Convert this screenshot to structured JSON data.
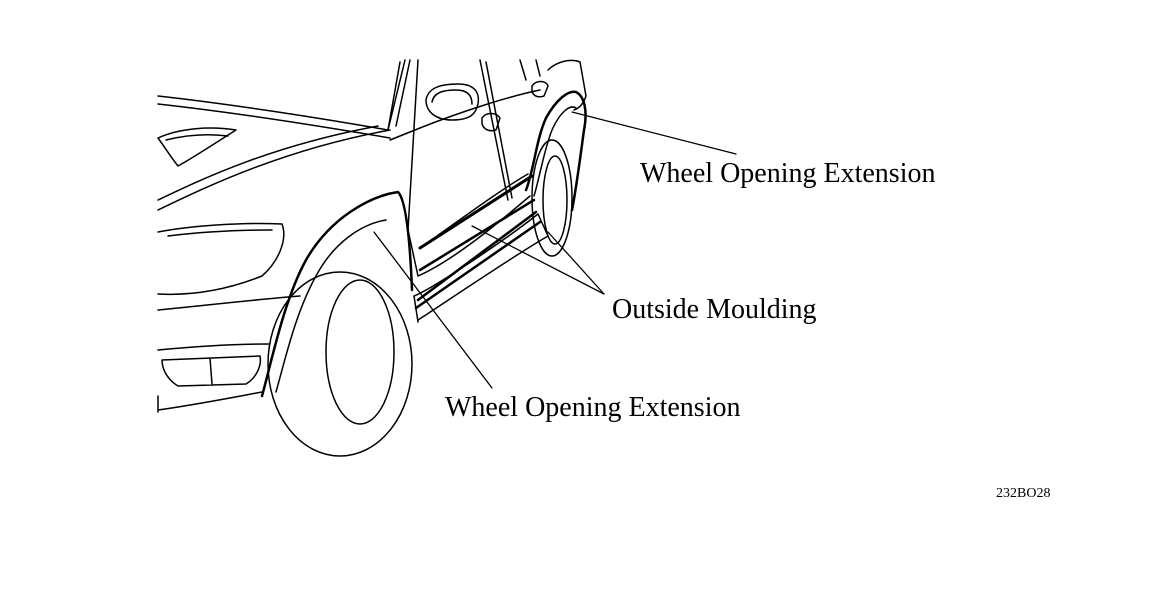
{
  "labels": {
    "wheel_opening_rear": "Wheel Opening Extension",
    "outside_moulding": "Outside Moulding",
    "wheel_opening_front": "Wheel Opening Extension"
  },
  "figure_code": "232BO28",
  "colors": {
    "line": "#000000",
    "background": "#ffffff"
  }
}
